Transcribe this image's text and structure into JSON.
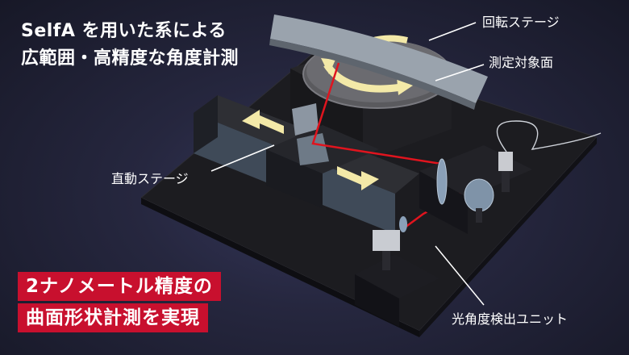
{
  "headline": {
    "line1": "SelfA を用いた系による",
    "line2": "広範囲・高精度な角度計測"
  },
  "callouts": {
    "rotation_stage": "回転ステージ",
    "measured_surface": "測定対象面",
    "linear_stage": "直動ステージ",
    "optical_detector": "光角度検出ユニット"
  },
  "banner": {
    "line1": "2ナノメートル精度の",
    "line2": "曲面形状計測を実現"
  },
  "colors": {
    "background": "#1f2036",
    "laser": "#e0141e",
    "banner": "#c8102e",
    "arrow": "#f3e9a8"
  }
}
